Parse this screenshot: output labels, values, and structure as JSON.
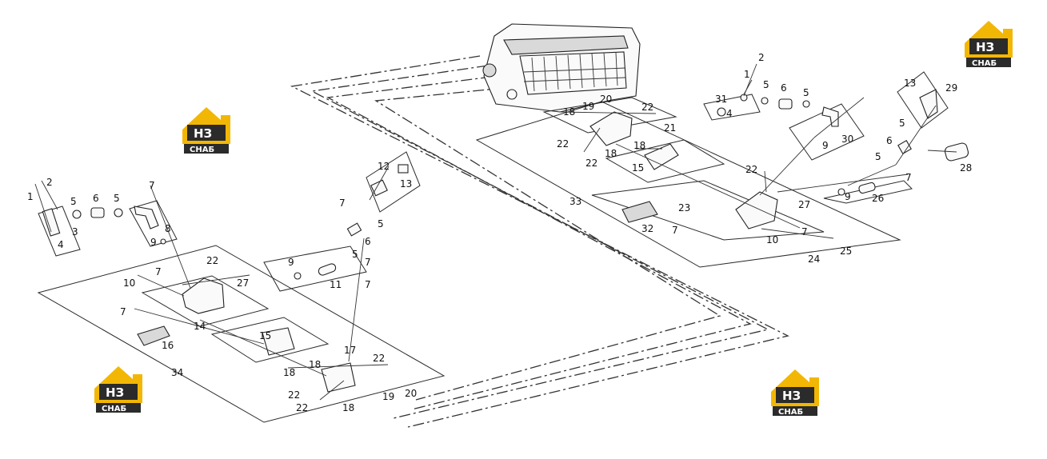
{
  "logo": {
    "mark": "НЗ",
    "word": "СНАБ",
    "brand_color": "#f2b705",
    "dark_color": "#2b2b2b"
  },
  "callouts": [
    {
      "id": "l-1",
      "text": "1"
    },
    {
      "id": "l-2",
      "text": "2"
    },
    {
      "id": "l-5a",
      "text": "5"
    },
    {
      "id": "l-6",
      "text": "6"
    },
    {
      "id": "l-5b",
      "text": "5"
    },
    {
      "id": "l-7a",
      "text": "7"
    },
    {
      "id": "l-3",
      "text": "3"
    },
    {
      "id": "l-4",
      "text": "4"
    },
    {
      "id": "l-8",
      "text": "8"
    },
    {
      "id": "l-9a",
      "text": "9"
    },
    {
      "id": "l-10",
      "text": "10"
    },
    {
      "id": "l-7b",
      "text": "7"
    },
    {
      "id": "l-22a",
      "text": "22"
    },
    {
      "id": "l-27a",
      "text": "27"
    },
    {
      "id": "l-7c",
      "text": "7"
    },
    {
      "id": "l-14",
      "text": "14"
    },
    {
      "id": "l-15a",
      "text": "15"
    },
    {
      "id": "l-16",
      "text": "16"
    },
    {
      "id": "l-34",
      "text": "34"
    },
    {
      "id": "l-18a",
      "text": "18"
    },
    {
      "id": "l-18b",
      "text": "18"
    },
    {
      "id": "l-17",
      "text": "17"
    },
    {
      "id": "l-22b",
      "text": "22"
    },
    {
      "id": "l-22c",
      "text": "22"
    },
    {
      "id": "l-22d",
      "text": "22"
    },
    {
      "id": "l-19a",
      "text": "19"
    },
    {
      "id": "l-20a",
      "text": "20"
    },
    {
      "id": "l-18c",
      "text": "18"
    },
    {
      "id": "l-12",
      "text": "12"
    },
    {
      "id": "l-13a",
      "text": "13"
    },
    {
      "id": "l-7d",
      "text": "7"
    },
    {
      "id": "l-5c",
      "text": "5"
    },
    {
      "id": "l-6b",
      "text": "6"
    },
    {
      "id": "l-5d",
      "text": "5"
    },
    {
      "id": "l-7e",
      "text": "7"
    },
    {
      "id": "l-9b",
      "text": "9"
    },
    {
      "id": "l-7f",
      "text": "7"
    },
    {
      "id": "l-11",
      "text": "11"
    },
    {
      "id": "l-33",
      "text": "33"
    },
    {
      "id": "l-18d",
      "text": "18"
    },
    {
      "id": "l-19b",
      "text": "19"
    },
    {
      "id": "l-20b",
      "text": "20"
    },
    {
      "id": "l-22e",
      "text": "22"
    },
    {
      "id": "l-21",
      "text": "21"
    },
    {
      "id": "l-22f",
      "text": "22"
    },
    {
      "id": "l-22g",
      "text": "22"
    },
    {
      "id": "l-18e",
      "text": "18"
    },
    {
      "id": "l-18f",
      "text": "18"
    },
    {
      "id": "l-15b",
      "text": "15"
    },
    {
      "id": "l-22h",
      "text": "22"
    },
    {
      "id": "l-23",
      "text": "23"
    },
    {
      "id": "l-32",
      "text": "32"
    },
    {
      "id": "l-7g",
      "text": "7"
    },
    {
      "id": "l-27b",
      "text": "27"
    },
    {
      "id": "l-10b",
      "text": "10"
    },
    {
      "id": "l-7h",
      "text": "7"
    },
    {
      "id": "l-24",
      "text": "24"
    },
    {
      "id": "l-25",
      "text": "25"
    },
    {
      "id": "l-2b",
      "text": "2"
    },
    {
      "id": "l-1b",
      "text": "1"
    },
    {
      "id": "l-5e",
      "text": "5"
    },
    {
      "id": "l-31",
      "text": "31"
    },
    {
      "id": "l-4b",
      "text": "4"
    },
    {
      "id": "l-6c",
      "text": "6"
    },
    {
      "id": "l-5f",
      "text": "5"
    },
    {
      "id": "l-9c",
      "text": "9"
    },
    {
      "id": "l-30",
      "text": "30"
    },
    {
      "id": "l-13b",
      "text": "13"
    },
    {
      "id": "l-29",
      "text": "29"
    },
    {
      "id": "l-5g",
      "text": "5"
    },
    {
      "id": "l-6d",
      "text": "6"
    },
    {
      "id": "l-5h",
      "text": "5"
    },
    {
      "id": "l-28",
      "text": "28"
    },
    {
      "id": "l-7i",
      "text": "7"
    },
    {
      "id": "l-9d",
      "text": "9"
    },
    {
      "id": "l-26",
      "text": "26"
    }
  ]
}
